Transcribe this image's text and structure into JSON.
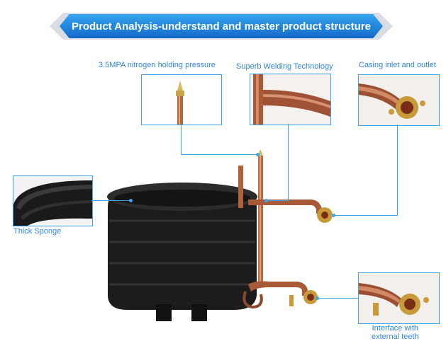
{
  "banner": {
    "title": "Product Analysis-understand and master product structure"
  },
  "callouts": {
    "nitrogen": "3.5MPA nitrogen holding pressure",
    "welding": "Superb Welding Technology",
    "casing": "Casing inlet and outlet",
    "sponge": "Thick Sponge",
    "interface_line1": "Interface with",
    "interface_line2": "external teeth"
  },
  "colors": {
    "accent": "#3ba6e6",
    "label": "#2f86d8",
    "banner_top": "#34a6ef",
    "banner_bottom": "#1469c9"
  }
}
